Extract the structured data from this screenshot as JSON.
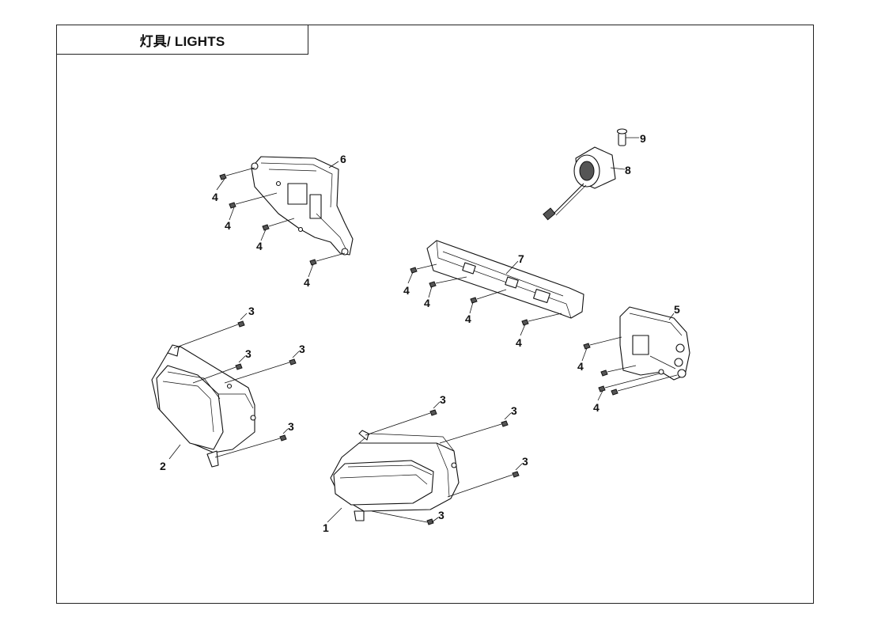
{
  "title": "灯具/ LIGHTS",
  "callouts": {
    "p1": "1",
    "p2": "2",
    "p5": "5",
    "p6": "6",
    "p7": "7",
    "p8": "8",
    "p9": "9",
    "s3a": "3",
    "s3b": "3",
    "s3c": "3",
    "s3d": "3",
    "s3e": "3",
    "s3f": "3",
    "s3g": "3",
    "s3h": "3",
    "s4a": "4",
    "s4b": "4",
    "s4c": "4",
    "s4d": "4",
    "s4e": "4",
    "s4f": "4",
    "s4g": "4",
    "s4h": "4",
    "s4i": "4",
    "s4j": "4"
  }
}
